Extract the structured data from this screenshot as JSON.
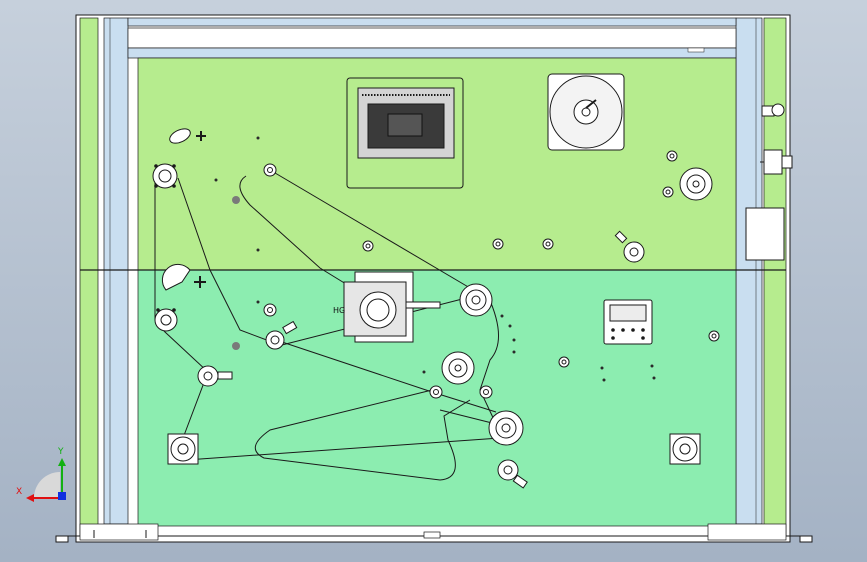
{
  "colors": {
    "background_top": "#c6d0dc",
    "background_bottom": "#a4b2c4",
    "upper_panel": "#b6ec8e",
    "lower_panel": "#8cedb0",
    "side_rail": "#c9def0",
    "outline": "#1a1a1a",
    "axis_x": "#e01010",
    "axis_y": "#12b012",
    "axis_z": "#1030e0"
  },
  "labels": {
    "component_tag": "HG",
    "axis_x": "X",
    "axis_y": "Y"
  },
  "icons": {
    "triad": "coordinate-triad-icon",
    "screen": "hmi-screen-icon",
    "motor": "motor-icon",
    "controller": "temperature-controller-icon"
  }
}
